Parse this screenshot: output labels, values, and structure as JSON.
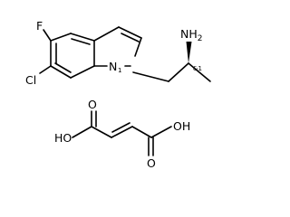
{
  "molecule": {
    "atoms": {
      "fluorine": "F",
      "chlorine": "Cl",
      "ring_nitrogen": "N",
      "ring_nitrogen_charge_label": "1",
      "amine": "NH2",
      "amine_main": "NH",
      "amine_subscript": "2",
      "stereo_descriptor": "&1"
    }
  },
  "counter_ion": {
    "left_acid": "HO",
    "right_acid": "OH",
    "carbonyl_left": "O",
    "carbonyl_right": "O"
  }
}
